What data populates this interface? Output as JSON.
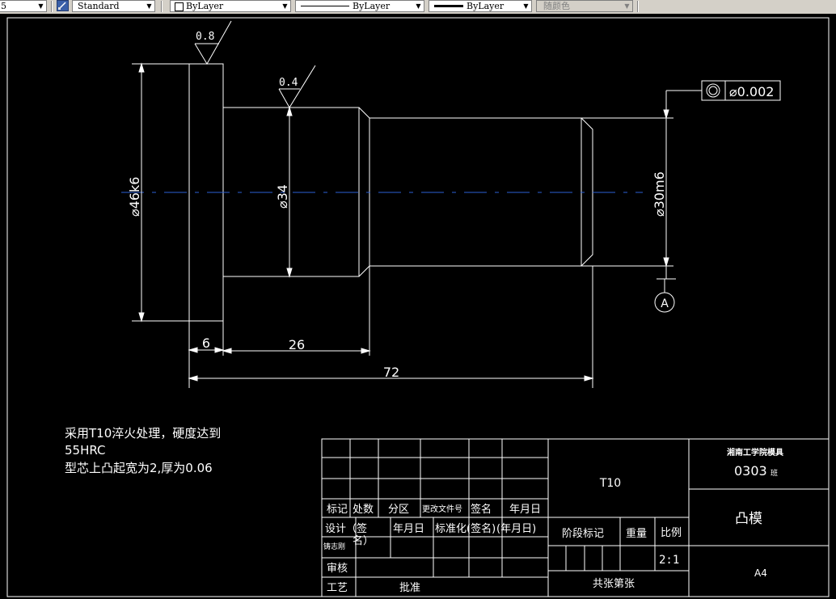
{
  "toolbar": {
    "textstyle_prefix": "5",
    "textstyle": "Standard",
    "layer": "ByLayer",
    "linetype": "ByLayer",
    "lineweight": "ByLayer",
    "plotstyle": "随颜色"
  },
  "drawing": {
    "roughness_1": "0.8",
    "roughness_2": "0.4",
    "dim_dia_46": "⌀46k6",
    "dim_dia_34": "⌀34",
    "dim_dia_30": "⌀30m6",
    "dim_6": "6",
    "dim_26": "26",
    "dim_72": "72",
    "tolerance_value": "⌀0.002",
    "datum_label": "A",
    "notes": [
      "采用T10淬火处理，硬度达到",
      "55HRC",
      "型芯上凸起宽为2,厚为0.06"
    ]
  },
  "title_block": {
    "r_biaoji": "标记",
    "r_chushu": "处数",
    "r_fenqu": "分区",
    "r_gengai": "更改文件号",
    "r_qianming": "签名",
    "r_nianyueri": "年月日",
    "sheji": "设计（签",
    "sheji_2": "名）",
    "nianyueri_2": "年月日",
    "biaozhunhua": "标准化(签名)",
    "nianyueri_3": "(年月日)",
    "zhihui": "铸志刚",
    "shenhe": "审核",
    "gongyi": "工艺",
    "pizhun": "批准",
    "material": "T10",
    "jieduan": "阶段标记",
    "zhongliang": "重量",
    "bili": "比例",
    "scale": "2:1",
    "sheets": "共张第张",
    "school": "湘南工学院模具",
    "drawing_no": "0303",
    "drawing_no_suffix": "班",
    "part_name": "凸模",
    "sheet_size": "A4"
  }
}
